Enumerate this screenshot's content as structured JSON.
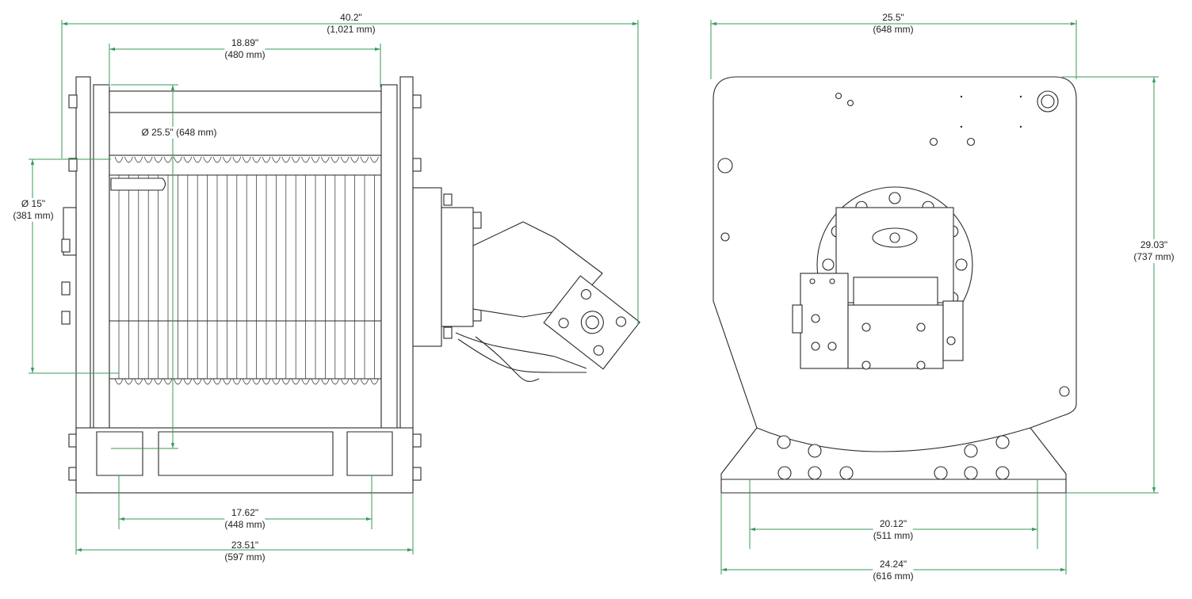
{
  "colors": {
    "dimension_line": "#3a9a5b",
    "outline": "#2a2a2a",
    "background": "#ffffff"
  },
  "dimensions": {
    "overall_length": {
      "imperial": "40.2\"",
      "metric": "(1,021 mm)"
    },
    "drum_length": {
      "imperial": "18.89\"",
      "metric": "(480 mm)"
    },
    "flange_diameter": {
      "text": "Ø 25.5\" (648 mm)"
    },
    "drum_diameter": {
      "imperial": "Ø 15\"",
      "metric": "(381 mm)"
    },
    "base_bolt_spacing": {
      "imperial": "17.62\"",
      "metric": "(448 mm)"
    },
    "base_length": {
      "imperial": "23.51\"",
      "metric": "(597 mm)"
    },
    "end_width": {
      "imperial": "25.5\"",
      "metric": "(648 mm)"
    },
    "end_height": {
      "imperial": "29.03\"",
      "metric": "(737 mm)"
    },
    "end_bolt_spacing": {
      "imperial": "20.12\"",
      "metric": "(511 mm)"
    },
    "end_base_width": {
      "imperial": "24.24\"",
      "metric": "(616 mm)"
    }
  },
  "views": [
    {
      "name": "side-view",
      "icon": "winch-side-icon"
    },
    {
      "name": "end-view",
      "icon": "winch-end-icon"
    }
  ]
}
